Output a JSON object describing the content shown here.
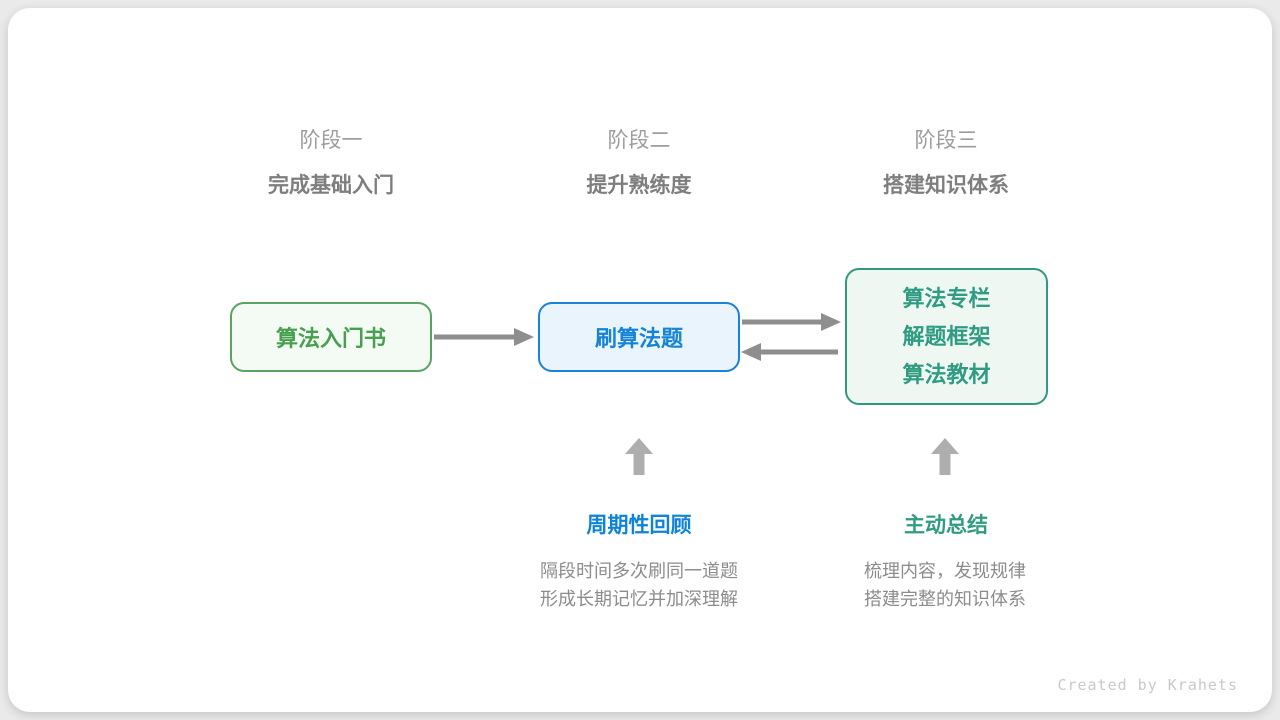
{
  "card": {
    "credit": "Created by Krahets"
  },
  "stages": [
    {
      "title": "阶段一",
      "subtitle": "完成基础入门"
    },
    {
      "title": "阶段二",
      "subtitle": "提升熟练度"
    },
    {
      "title": "阶段三",
      "subtitle": "搭建知识体系"
    }
  ],
  "nodes": [
    {
      "label": "算法入门书",
      "theme": "green"
    },
    {
      "label": "刷算法题",
      "theme": "blue"
    },
    {
      "lines": [
        "算法专栏",
        "解题框架",
        "算法教材"
      ],
      "theme": "teal"
    }
  ],
  "flows": [
    {
      "from": "算法入门书",
      "to": "刷算法题",
      "direction": "right"
    },
    {
      "from": "刷算法题",
      "to": "算法专栏/解题框架/算法教材",
      "direction": "right"
    },
    {
      "from": "算法专栏/解题框架/算法教材",
      "to": "刷算法题",
      "direction": "left"
    }
  ],
  "annotations": [
    {
      "label": "周期性回顾",
      "lines": [
        "隔段时间多次刷同一道题",
        "形成长期记忆并加深理解"
      ],
      "points_to": "刷算法题",
      "theme": "blue"
    },
    {
      "label": "主动总结",
      "lines": [
        "梳理内容，发现规律",
        "搭建完整的知识体系"
      ],
      "points_to": "算法专栏/解题框架/算法教材",
      "theme": "teal"
    }
  ],
  "icons": {
    "up_arrow": "block-arrow-up",
    "flow_forward": "arrow-right",
    "flow_backward": "arrow-left"
  },
  "colors": {
    "page_bg": "#eaeaea",
    "card_bg": "#ffffff",
    "green_border": "#5ba360",
    "green_text": "#47a04f",
    "green_bg": "#f4faf4",
    "blue_border": "#1a82d9",
    "blue_text": "#1583d6",
    "blue_bg": "#eaf4fc",
    "teal_border": "#33987f",
    "teal_text": "#2f9c82",
    "teal_bg": "#eff7f3",
    "stage_title": "#9d9d9d",
    "stage_subtitle": "#7e7e7e",
    "connector_arrow": "#8e8e8e",
    "up_arrow": "#aeaeae",
    "description_text": "#8c8c8c",
    "credit_text": "#c9c9c9",
    "annotation_blue": "#0d84da"
  }
}
